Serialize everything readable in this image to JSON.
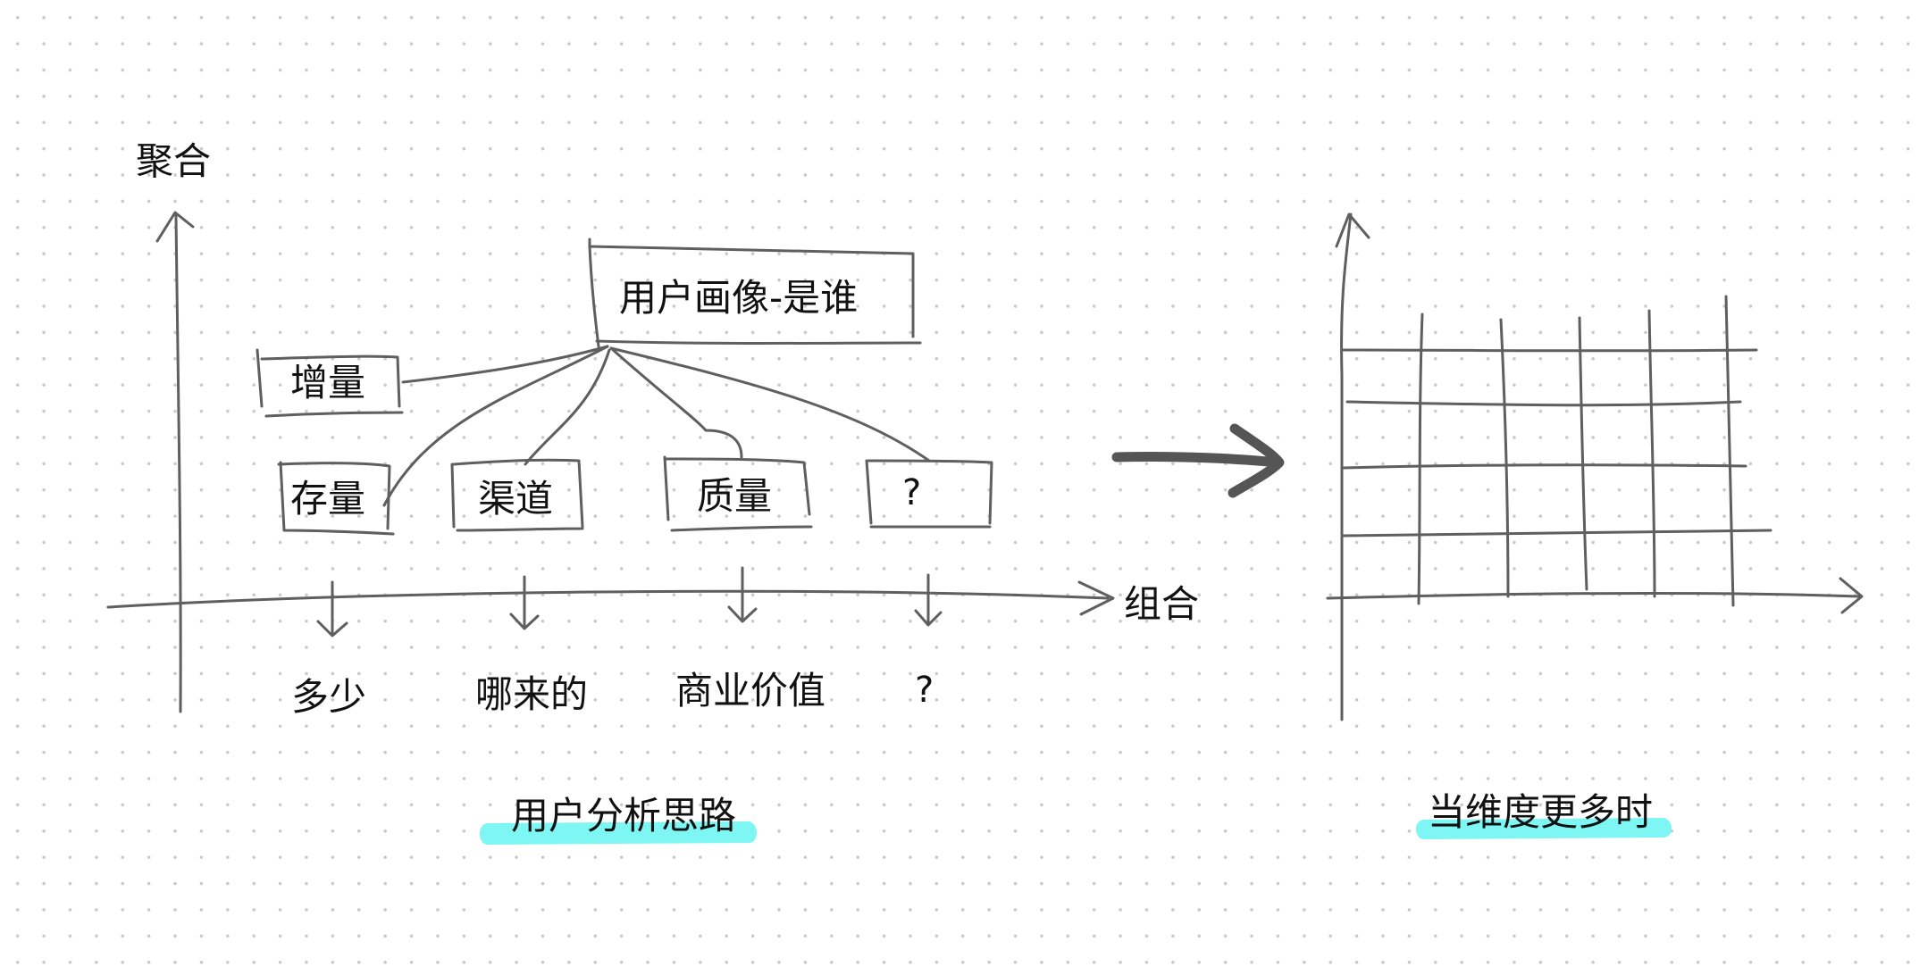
{
  "colors": {
    "stroke": "#5f5f5f",
    "text": "#111111",
    "highlight": "#7ef6f4",
    "big_arrow": "#555555"
  },
  "left": {
    "y_axis_label": "聚合",
    "x_axis_label": "组合",
    "root_node": "用户画像-是谁",
    "boxes": {
      "increment": "增量",
      "stock": "存量",
      "channel": "渠道",
      "quality": "质量",
      "unknown": "?"
    },
    "outcomes": {
      "amount": "多少",
      "source": "哪来的",
      "value": "商业价值",
      "unknown": "?"
    },
    "caption": "用户分析思路"
  },
  "right": {
    "caption": "当维度更多时"
  }
}
